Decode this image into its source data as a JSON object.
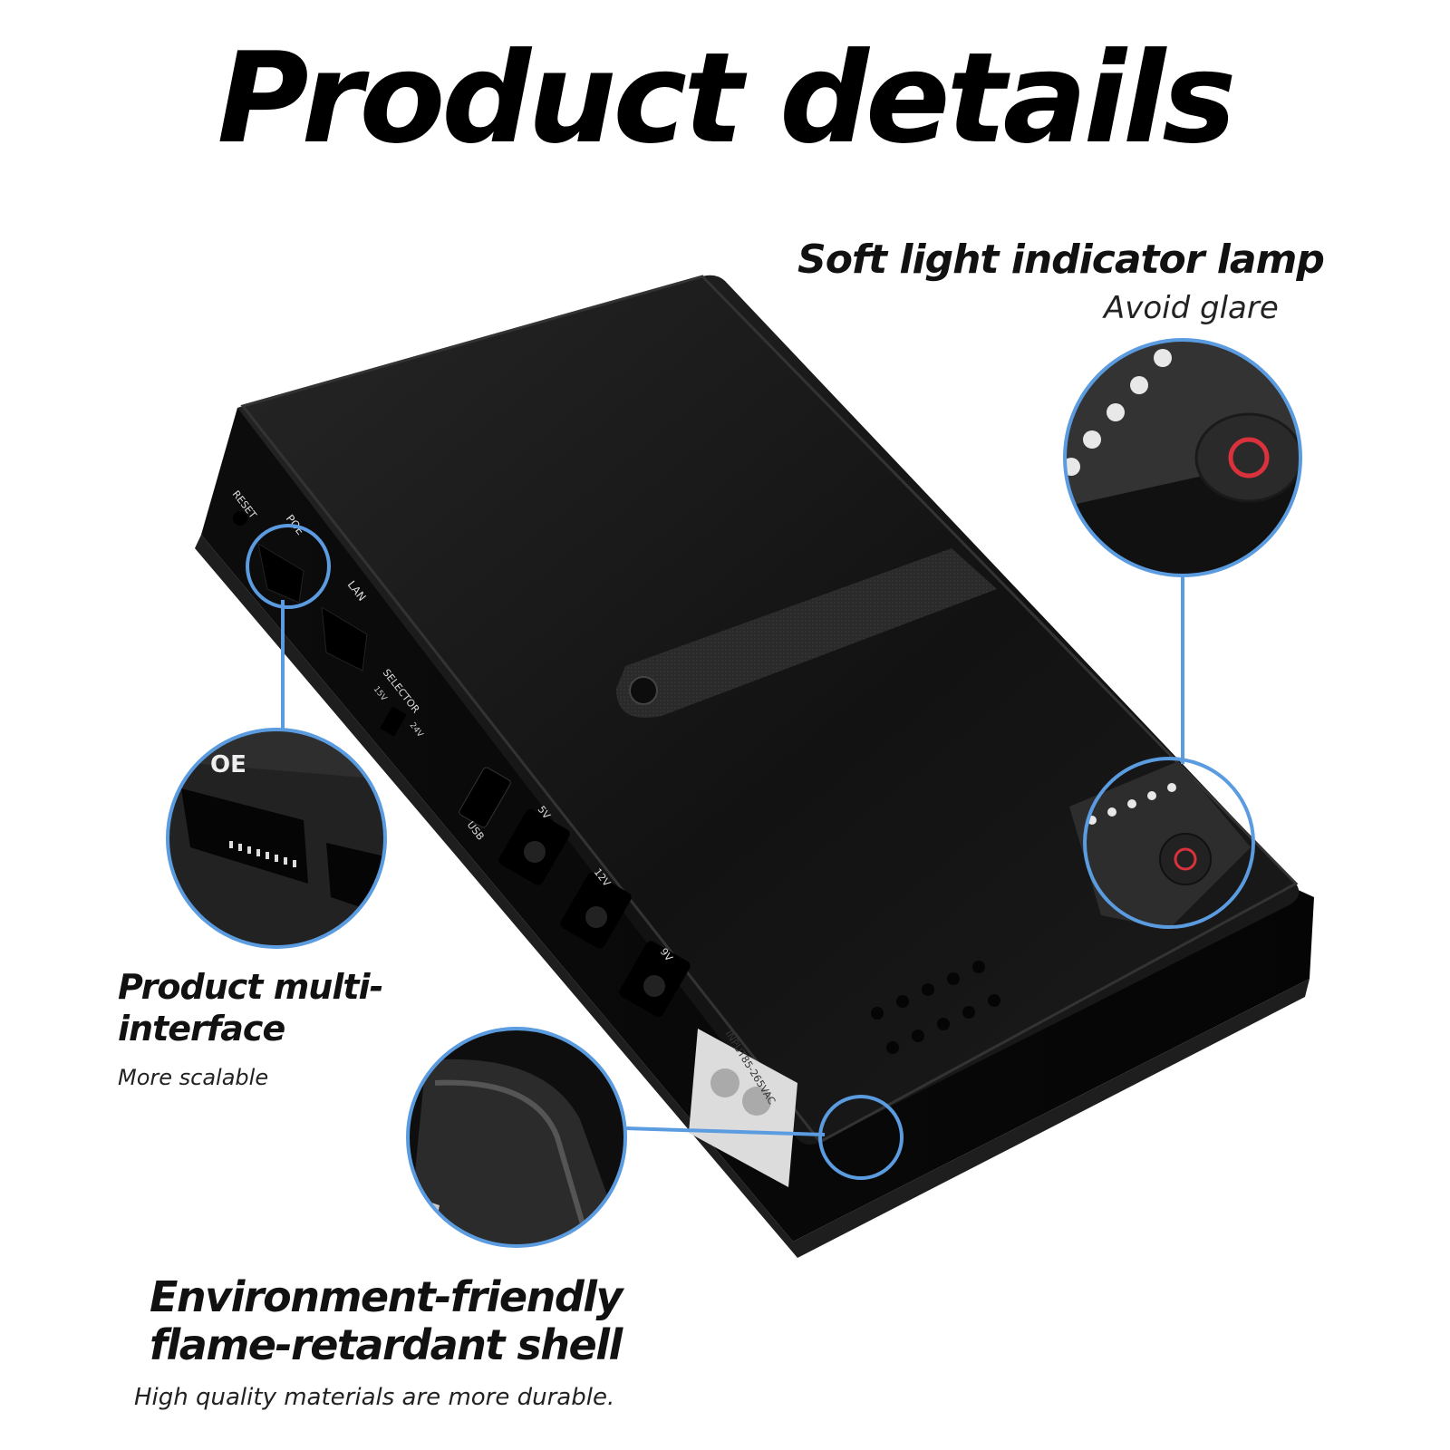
{
  "title": "Product details",
  "features": {
    "indicator": {
      "heading": "Soft light indicator lamp",
      "sub": "Avoid glare"
    },
    "interface": {
      "heading_line1": "Product multi-",
      "heading_line2": "interface",
      "sub": "More scalable"
    },
    "shell": {
      "heading_line1": "Environment-friendly",
      "heading_line2": "flame-retardant shell",
      "sub": "High quality materials are more durable."
    }
  },
  "device_labels": {
    "reset": "RESET",
    "poe": "POE",
    "lan": "LAN",
    "selector": "SELECTOR",
    "selector_a": "15V",
    "selector_b": "24V",
    "usb": "USB",
    "dc1": "5V",
    "dc2": "12V",
    "dc3": "9V",
    "input": "INPUT85-265VAC",
    "zoom_poe": "OE"
  },
  "colors": {
    "callout": "#5b9be0",
    "body": "#141414",
    "power_icon": "#d9323c",
    "led": "#e8e8e8"
  }
}
